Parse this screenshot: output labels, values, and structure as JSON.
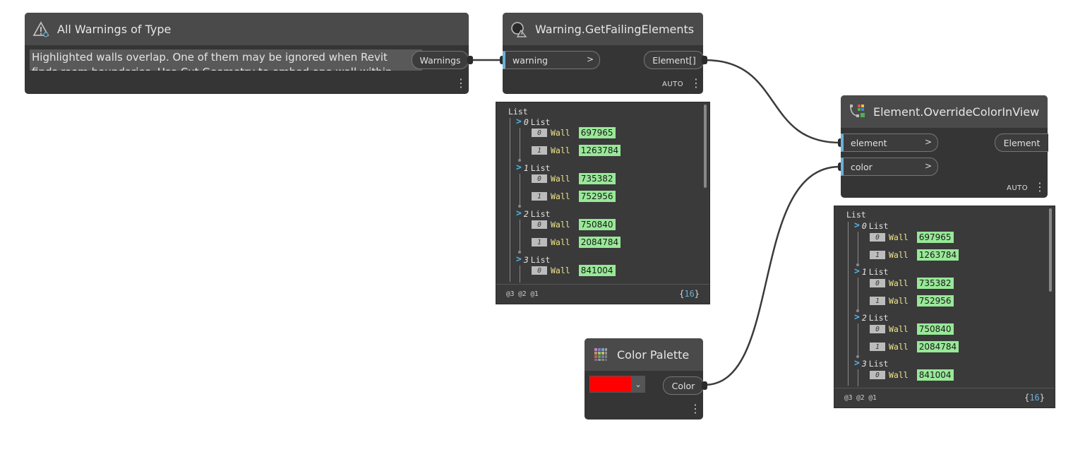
{
  "nodes": {
    "all_warnings": {
      "title": "All Warnings of Type",
      "icon": "warning-triangle-icon",
      "dropdown_line1": "Highlighted walls overlap. One of them may be ignored when Revit",
      "dropdown_line2": "finds room boundaries. Use Cut Geometry to embed one wall within",
      "output_port": "Warnings"
    },
    "get_failing": {
      "title": "Warning.GetFailingElements",
      "icon": "warning-circle-icon",
      "input_port": "warning",
      "output_port": "Element[]",
      "lacing": "AUTO"
    },
    "override_color": {
      "title": "Element.OverrideColorInView",
      "icon": "color-override-icon",
      "input_ports": [
        "element",
        "color"
      ],
      "output_port": "Element",
      "lacing": "AUTO"
    },
    "color_palette": {
      "title": "Color Palette",
      "icon": "palette-grid-icon",
      "swatch_color": "#ff0000",
      "output_port": "Color"
    }
  },
  "chevron": ">",
  "dropdown_chev": "⌄",
  "previews": {
    "root_label": "List",
    "group_label": "List",
    "item_type": "Wall",
    "groups": [
      {
        "index": "0",
        "items": [
          {
            "index": "0",
            "value": "697965"
          },
          {
            "index": "1",
            "value": "1263784"
          }
        ]
      },
      {
        "index": "1",
        "items": [
          {
            "index": "0",
            "value": "735382"
          },
          {
            "index": "1",
            "value": "752956"
          }
        ]
      },
      {
        "index": "2",
        "items": [
          {
            "index": "0",
            "value": "750840"
          },
          {
            "index": "1",
            "value": "2084784"
          }
        ]
      },
      {
        "index": "3",
        "items": [
          {
            "index": "0",
            "value": "841004"
          }
        ]
      }
    ],
    "levels": "@3 @2 @1",
    "count_open": "{",
    "count": "16",
    "count_close": "}"
  }
}
